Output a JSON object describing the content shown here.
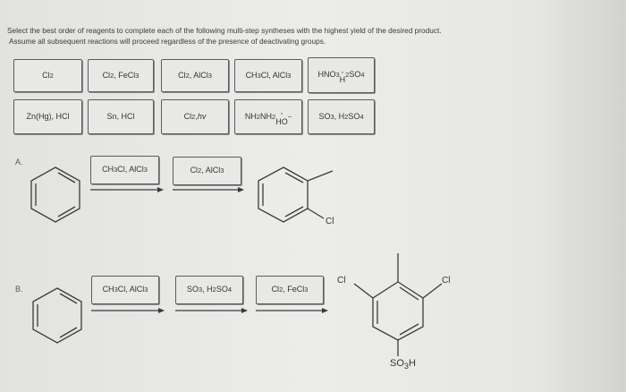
{
  "question": {
    "line1": "Select the best order of reagents to complete each of the following multi-step syntheses with the highest yield of the desired product.",
    "line2": "Assume all subsequent reactions will proceed regardless of the presence of deactivating groups."
  },
  "reagent_bank": [
    {
      "html": "Cl<sub>2</sub>"
    },
    {
      "html": "Cl<sub>2</sub>, FeCl<sub>3</sub>"
    },
    {
      "html": "Cl<sub>2</sub>, AlCl<sub>3</sub>"
    },
    {
      "html": "CH<sub>3</sub>Cl, AlCl<sub>3</sub>"
    },
    {
      "html": "HNO<sub>3</sub>,<br>H<sub>2</sub>SO<sub>4</sub>"
    },
    {
      "html": "Zn(Hg), HCl"
    },
    {
      "html": "Sn, HCl"
    },
    {
      "html": "Cl<sub>2</sub>, <i>hv</i>"
    },
    {
      "html": "NH<sub>2</sub>NH<sub>2</sub>,<br>HO<sup>−</sup>"
    },
    {
      "html": "SO<sub>3</sub>, H<sub>2</sub>SO<sub>4</sub>"
    }
  ],
  "problems": {
    "A": {
      "label": "A.",
      "steps": [
        "CH<sub>3</sub>Cl, AlCl<sub>3</sub>",
        "Cl<sub>2</sub>, AlCl<sub>3</sub>"
      ],
      "product_labels": [
        "Cl"
      ]
    },
    "B": {
      "label": "B.",
      "steps": [
        "CH<sub>3</sub>Cl, AlCl<sub>3</sub>",
        "SO<sub>3</sub>, H<sub>2</sub>SO<sub>4</sub>",
        "Cl<sub>2</sub>, FeCl<sub>3</sub>"
      ],
      "product_labels": [
        "Cl",
        "Cl",
        "SO<sub>3</sub>H"
      ]
    }
  }
}
